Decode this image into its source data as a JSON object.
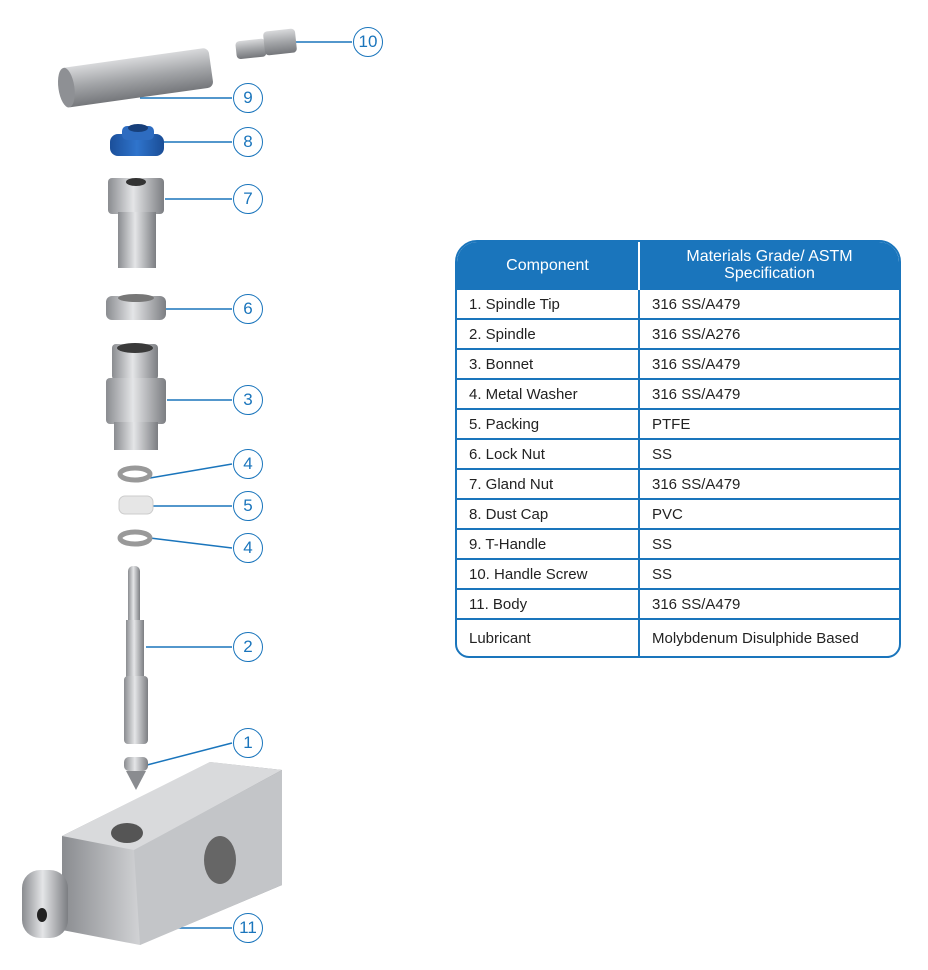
{
  "callouts": [
    {
      "label": "10"
    },
    {
      "label": "9"
    },
    {
      "label": "8"
    },
    {
      "label": "7"
    },
    {
      "label": "6"
    },
    {
      "label": "3"
    },
    {
      "label": "4"
    },
    {
      "label": "5"
    },
    {
      "label": "4"
    },
    {
      "label": "2"
    },
    {
      "label": "1"
    },
    {
      "label": "11"
    }
  ],
  "table": {
    "headers": [
      "Component",
      "Materials Grade/ ASTM Specification"
    ],
    "rows": [
      [
        "1. Spindle Tip",
        "316 SS/A479"
      ],
      [
        "2. Spindle",
        "316 SS/A276"
      ],
      [
        "3. Bonnet",
        "316 SS/A479"
      ],
      [
        "4. Metal Washer",
        "316 SS/A479"
      ],
      [
        "5. Packing",
        "PTFE"
      ],
      [
        "6. Lock Nut",
        "SS"
      ],
      [
        "7. Gland Nut",
        "316 SS/A479"
      ],
      [
        "8. Dust Cap",
        "PVC"
      ],
      [
        "9. T-Handle",
        "SS"
      ],
      [
        "10. Handle Screw",
        "SS"
      ],
      [
        "11. Body",
        "316 SS/A479"
      ],
      [
        "Lubricant",
        "Molybdenum Disulphide Based"
      ]
    ]
  },
  "colors": {
    "accent": "#1a75bc",
    "steel": "#a9abae",
    "cap": "#1d5fb0"
  }
}
